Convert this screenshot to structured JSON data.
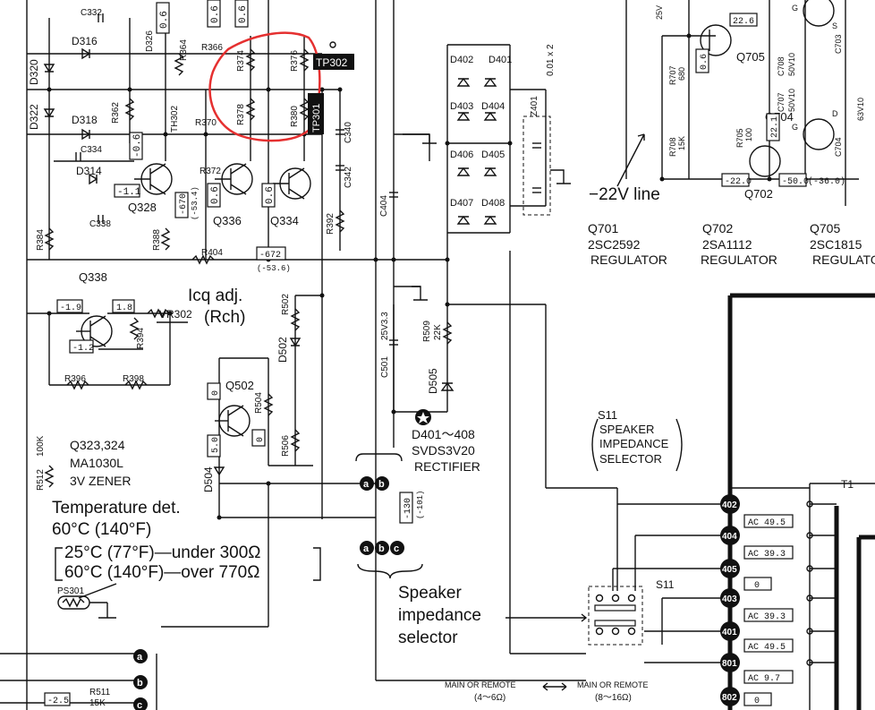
{
  "caps": [
    "C332",
    "C334",
    "C338",
    "C340",
    "C342",
    "C404",
    "C501",
    "25V3.3",
    "0.01 x 2",
    "C707",
    "50V10",
    "C708",
    "50V10",
    "C703",
    "63V10",
    "C704",
    "25V"
  ],
  "diodes_left": [
    "D316",
    "D318",
    "D314",
    "D320",
    "D322",
    "D326",
    "D502",
    "D504",
    "D505"
  ],
  "rectifier_diodes": [
    "D402",
    "D401",
    "D403",
    "D404",
    "D406",
    "D405",
    "D407",
    "D408"
  ],
  "resistors": [
    "R364",
    "R366",
    "R374",
    "R376",
    "R378",
    "R380",
    "R362",
    "TH302",
    "R370",
    "R372",
    "R384",
    "R388",
    "R404",
    "R392",
    "R394",
    "R396",
    "R398",
    "R502",
    "R504",
    "R506",
    "R509",
    "22K",
    "R512",
    "100K",
    "R511",
    "15K",
    "R707",
    "680",
    "R708",
    "15K",
    "R705",
    "100",
    "Z401"
  ],
  "transistors": [
    "Q328",
    "Q336",
    "Q334",
    "Q338",
    "Q502",
    "Q705",
    "Q704",
    "Q702"
  ],
  "tp": [
    "TP302",
    "TP301"
  ],
  "voltages_left": [
    "0.6",
    "0.6",
    "0.6",
    "-0.6",
    "-1.1",
    "0.6",
    "0.6",
    "-670",
    "(-53.4)",
    "-672",
    "(-53.6)",
    "-1.9",
    "1.8",
    "-1.2",
    "0",
    "0",
    "5.0",
    "-130",
    "(-101)",
    "-2.5"
  ],
  "voltages_right": [
    "22.6",
    "0.6",
    "22.1",
    "-22.0",
    "-50.0",
    "(-36.0)"
  ],
  "vr": "VR302",
  "icq_line1": "Icq adj.",
  "icq_line2": "(Rch)",
  "q323_line1": "Q323,324",
  "q323_line2": "MA1030L",
  "q323_line3": "3V ZENER",
  "temp_line1": "Temperature det.",
  "temp_line2": "60°C (140°F)",
  "temp_line3": "25°C (77°F)—under 300Ω",
  "temp_line4": "60°C (140°F)—over 770Ω",
  "ps": "PS301",
  "rect_line1": "D401～408",
  "rect_line2": "SVDS3V20",
  "rect_line3": "RECTIFIER",
  "neg22": "−22V line",
  "regs": [
    {
      "name": "Q701",
      "part": "2SC2592",
      "role": "REGULATOR"
    },
    {
      "name": "Q702",
      "part": "2SA1112",
      "role": "REGULATOR"
    },
    {
      "name": "Q705",
      "part": "2SC1815",
      "role": "REGULATO"
    }
  ],
  "s11_line1": "S11",
  "s11_line2": "SPEAKER",
  "s11_line3": "IMPEDANCE",
  "s11_line4": "SELECTOR",
  "s11_label": "S11",
  "spk_line1": "Speaker",
  "spk_line2": "impedance",
  "spk_line3": "selector",
  "main_remote_1": "MAIN OR REMOTE",
  "main_remote_1b": "(4～6Ω)",
  "main_remote_2": "MAIN OR REMOTE",
  "main_remote_2b": "(8～16Ω)",
  "terminals": [
    "402",
    "404",
    "405",
    "403",
    "401",
    "801",
    "802"
  ],
  "ac_values": [
    "AC 49.5",
    "AC 39.3",
    "0",
    "AC 39.3",
    "AC 49.5",
    "AC 9.7",
    "0"
  ],
  "connector_labels": [
    "a",
    "b",
    "a",
    "b",
    "c",
    "a",
    "b",
    "c"
  ],
  "t_label": "T1",
  "pin_labels": [
    "S",
    "G",
    "D",
    "G"
  ]
}
